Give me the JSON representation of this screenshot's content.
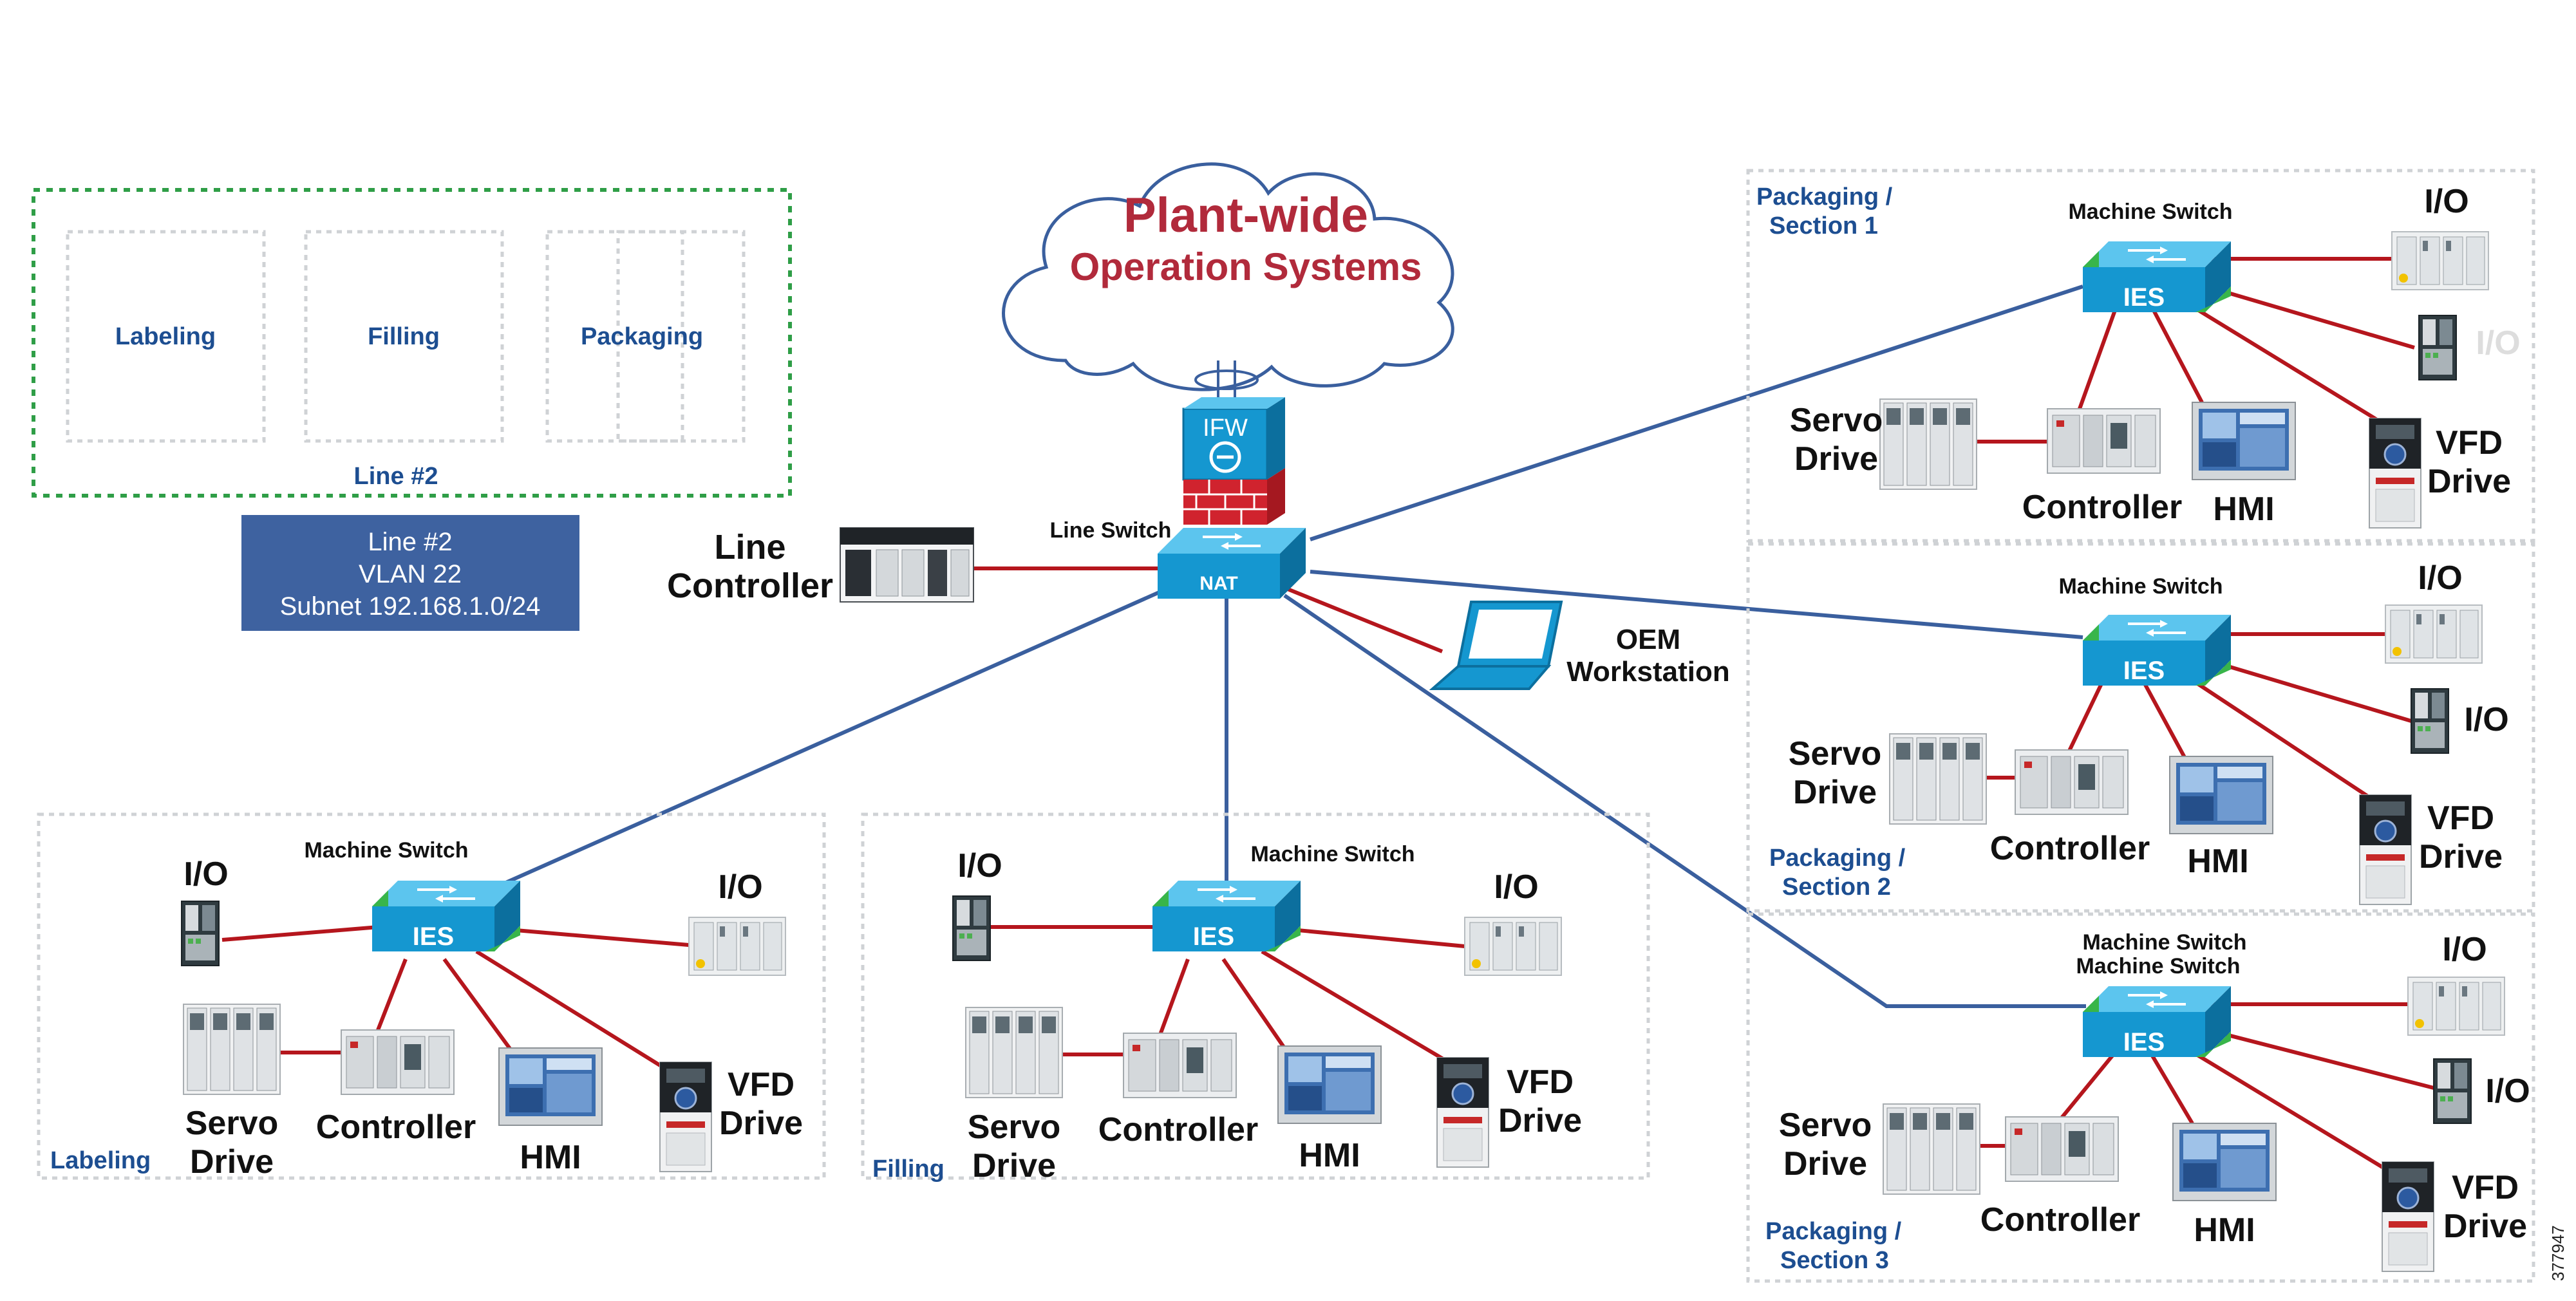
{
  "cloud": {
    "line1": "Plant-wide",
    "line2": "Operation Systems"
  },
  "firewall": {
    "label": "IFW"
  },
  "line_switch": {
    "label": "Line Switch",
    "badge": "NAT"
  },
  "line_controller": {
    "line1": "Line",
    "line2": "Controller"
  },
  "oem": {
    "line1": "OEM",
    "line2": "Workstation"
  },
  "line2_group": {
    "cells": [
      "Labeling",
      "Filling",
      "Packaging"
    ],
    "caption": "Line #2"
  },
  "vlan_box": {
    "line1": "Line #2",
    "line2": "VLAN 22",
    "line3": "Subnet 192.168.1.0/24"
  },
  "common": {
    "machine_switch": "Machine Switch",
    "ies": "IES",
    "io": "I/O",
    "servo1": "Servo",
    "servo2": "Drive",
    "controller": "Controller",
    "hmi": "HMI",
    "vfd1": "VFD",
    "vfd2": "Drive"
  },
  "cells": {
    "labeling": {
      "name": "Labeling"
    },
    "filling": {
      "name": "Filling"
    },
    "pack1": {
      "name1": "Packaging /",
      "name2": "Section 1"
    },
    "pack2": {
      "name1": "Packaging /",
      "name2": "Section 2"
    },
    "pack3": {
      "name1": "Packaging /",
      "name2": "Section 3"
    }
  },
  "figure_id": "377947",
  "colors": {
    "title_red": "#b12a3b",
    "section_blue": "#1d4e91",
    "uplink_blue": "#3a5f9e",
    "device_link_red": "#b5161d",
    "switch_cyan": "#1597d0",
    "switch_green": "#38b54a",
    "vlan_box": "#3e62a0"
  }
}
